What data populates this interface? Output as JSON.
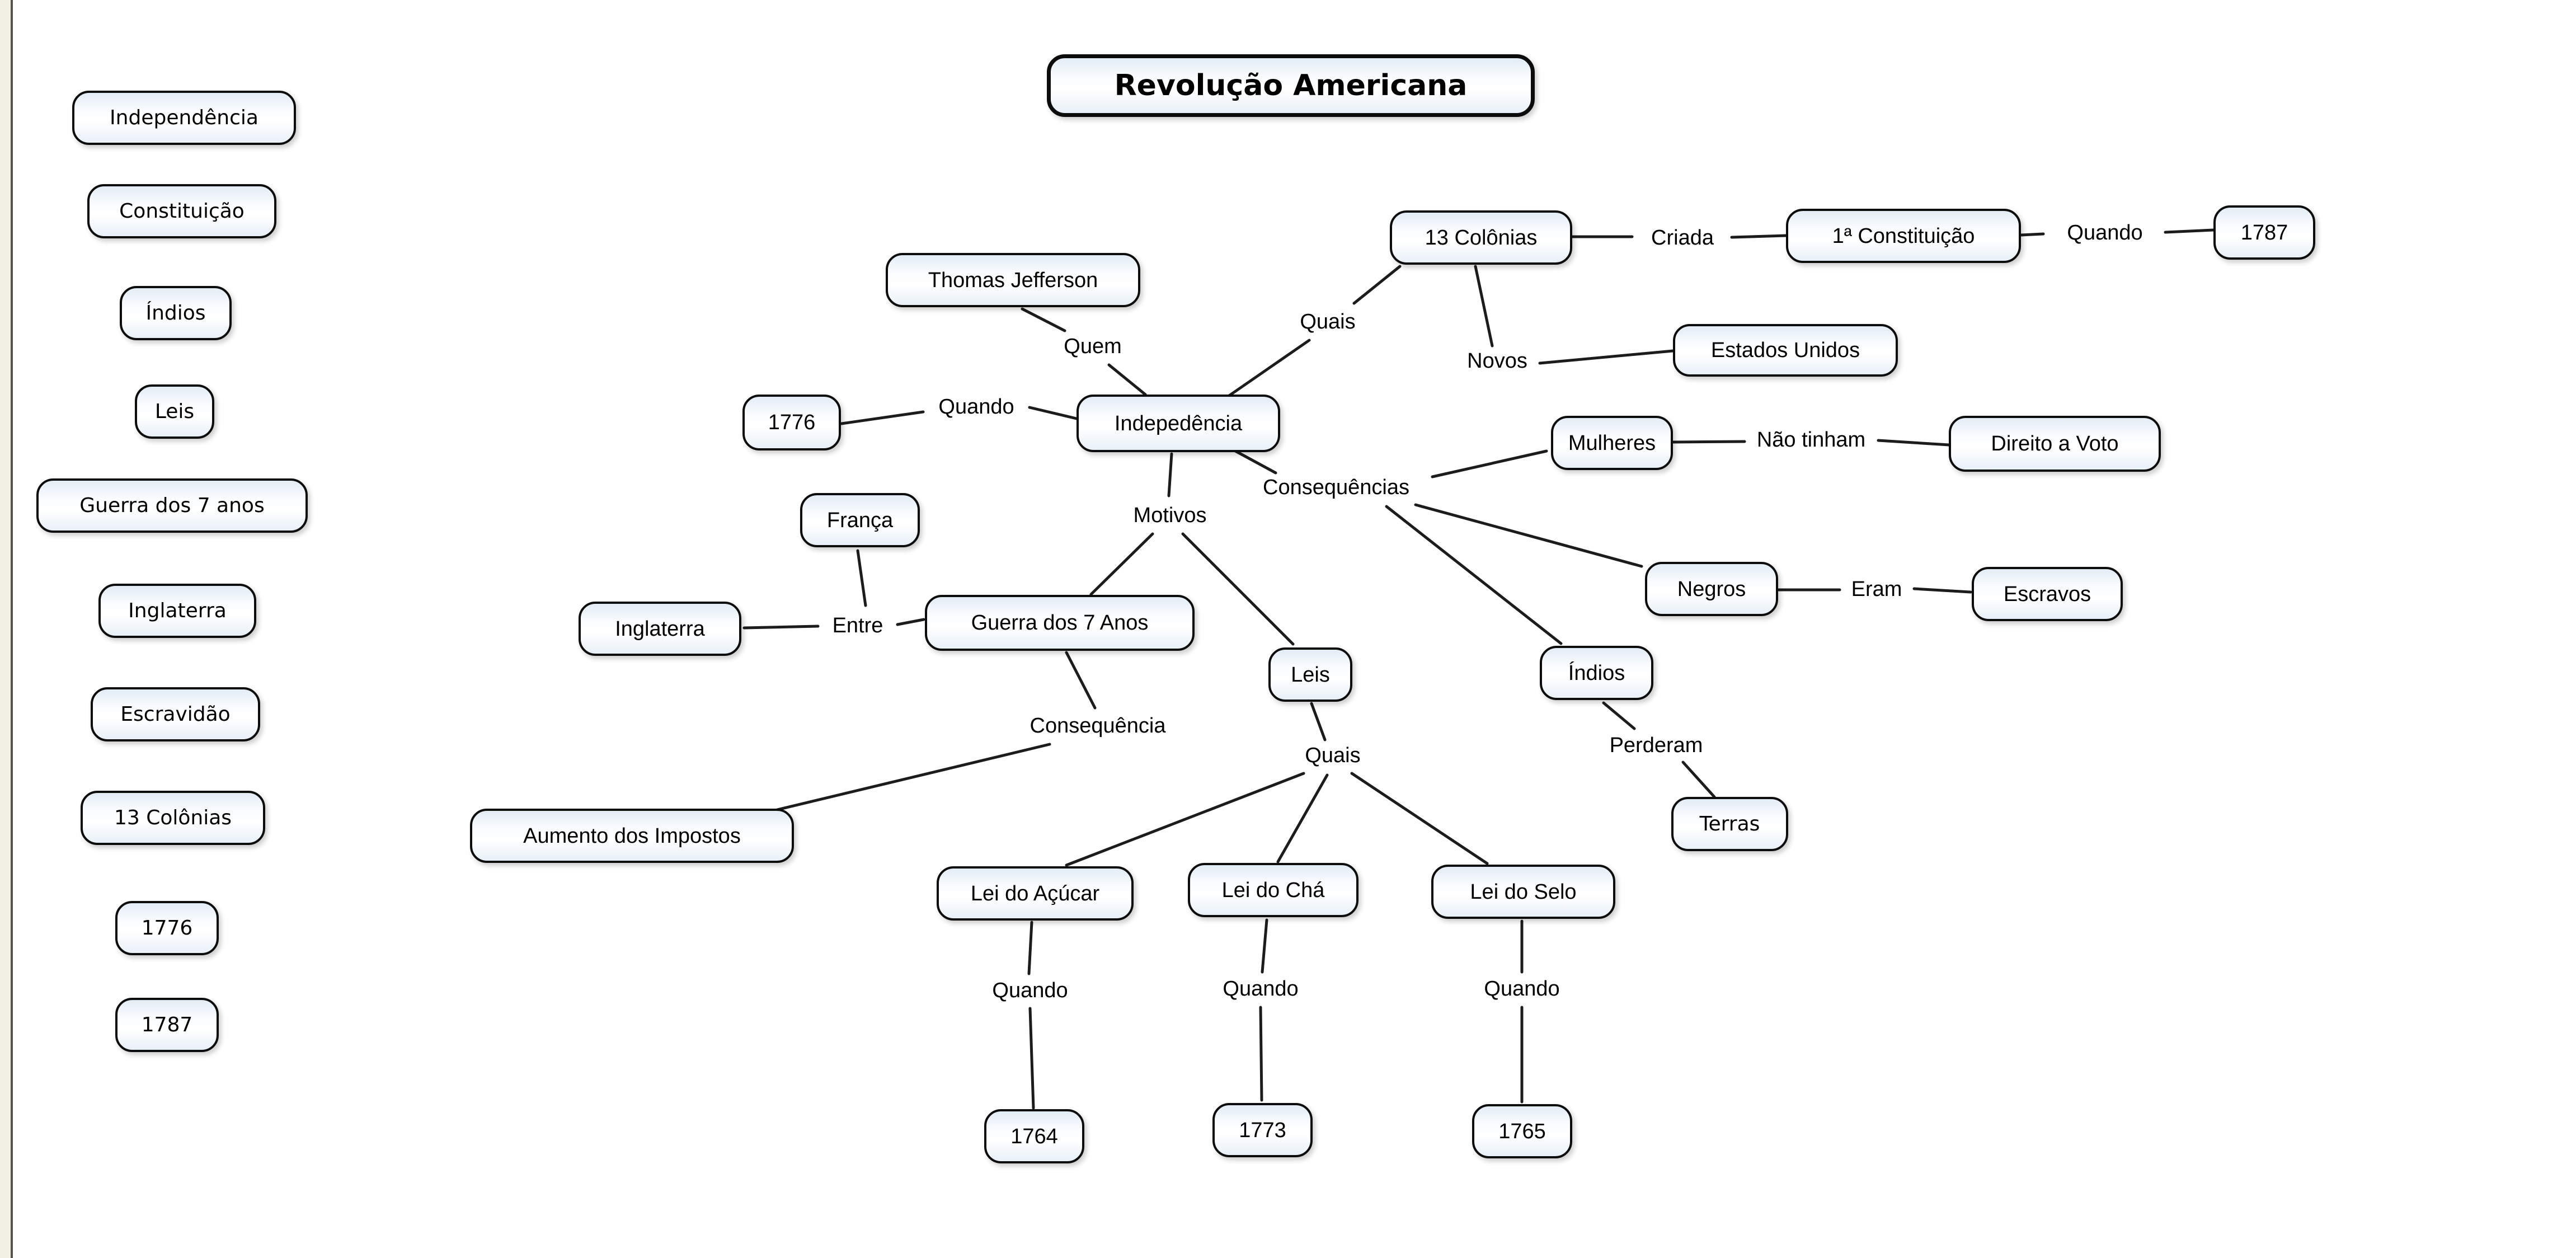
{
  "title": "Revolução Americana",
  "sidebar": {
    "items": [
      {
        "label": "Independência"
      },
      {
        "label": "Constituição"
      },
      {
        "label": "Índios"
      },
      {
        "label": "Leis"
      },
      {
        "label": "Guerra dos 7 anos"
      },
      {
        "label": "Inglaterra"
      },
      {
        "label": "Escravidão"
      },
      {
        "label": "13 Colônias"
      },
      {
        "label": "1776"
      },
      {
        "label": "1787"
      }
    ]
  },
  "map": {
    "concepts": {
      "thomas_jefferson": "Thomas Jefferson",
      "treze_colonias": "13 Colônias",
      "primeira_constituicao": "1ª Constituição",
      "a1787": "1787",
      "estados_unidos": "Estados Unidos",
      "a1776": "1776",
      "indepedencia": "Indepedência",
      "mulheres": "Mulheres",
      "direito_a_voto": "Direito a Voto",
      "franca": "França",
      "inglaterra": "Inglaterra",
      "guerra_7_anos": "Guerra dos 7 Anos",
      "negros": "Negros",
      "escravos": "Escravos",
      "leis": "Leis",
      "indios": "Índios",
      "aumento_impostos": "Aumento dos Impostos",
      "lei_acucar": "Lei do Açúcar",
      "lei_cha": "Lei do Chá",
      "lei_selo": "Lei do Selo",
      "terras": "Terras",
      "a1764": "1764",
      "a1773": "1773",
      "a1765": "1765"
    },
    "links": {
      "quem": "Quem",
      "quais_independencia": "Quais",
      "criada": "Criada",
      "quando_constituicao": "Quando",
      "novos": "Novos",
      "quando_independencia": "Quando",
      "consequencias": "Consequências",
      "nao_tinham": "Não tinham",
      "motivos": "Motivos",
      "entre": "Entre",
      "eram": "Eram",
      "consequencia": "Consequência",
      "quais_leis": "Quais",
      "perderam": "Perderam",
      "quando_acucar": "Quando",
      "quando_cha": "Quando",
      "quando_selo": "Quando"
    }
  },
  "colors": {
    "node_border": "#0c0c0c",
    "node_fill_edge": "#e2ecf5",
    "node_fill_center": "#ffffff",
    "line": "#1c1c1c",
    "left_strip": "#f1f1e5",
    "canvas": "#ffffff"
  }
}
